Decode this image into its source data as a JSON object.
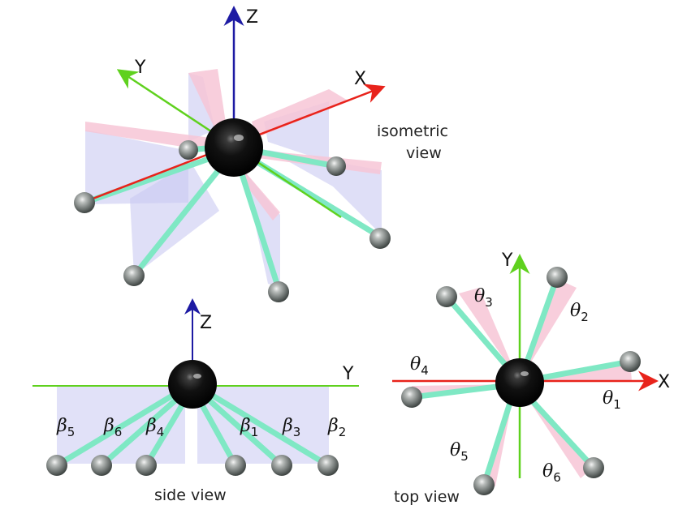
{
  "iso": {
    "axis_x": "X",
    "axis_y": "Y",
    "axis_z": "Z",
    "caption_line1": "isometric",
    "caption_line2": "view"
  },
  "side": {
    "axis_z": "Z",
    "axis_y": "Y",
    "caption": "side view",
    "angles": [
      {
        "sym": "β",
        "sub": "5"
      },
      {
        "sym": "β",
        "sub": "6"
      },
      {
        "sym": "β",
        "sub": "4"
      },
      {
        "sym": "β",
        "sub": "1"
      },
      {
        "sym": "β",
        "sub": "3"
      },
      {
        "sym": "β",
        "sub": "2"
      }
    ]
  },
  "top": {
    "axis_x": "X",
    "axis_y": "Y",
    "caption": "top view",
    "angles": [
      {
        "sym": "θ",
        "sub": "3"
      },
      {
        "sym": "θ",
        "sub": "2"
      },
      {
        "sym": "θ",
        "sub": "4"
      },
      {
        "sym": "θ",
        "sub": "1"
      },
      {
        "sym": "θ",
        "sub": "5"
      },
      {
        "sym": "θ",
        "sub": "6"
      }
    ]
  },
  "colors": {
    "x_axis": "#e8231b",
    "y_axis": "#5fd11e",
    "z_axis": "#1d1aa3",
    "leg": "#7fe8c4",
    "pink_wedge": "#f7c6d6",
    "lavender_panel": "#c9c9f2"
  }
}
